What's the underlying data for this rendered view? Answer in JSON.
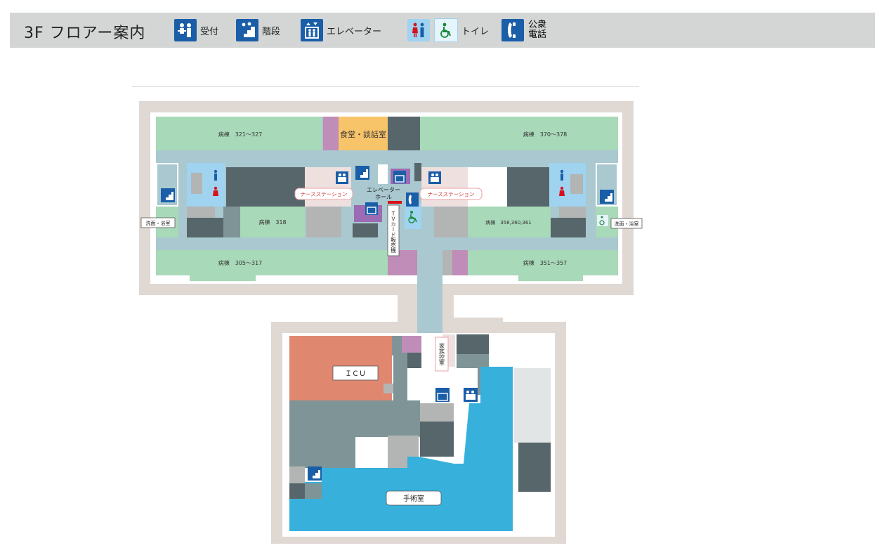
{
  "header": {
    "floor_title": "3F フロアー案内",
    "legend": [
      {
        "icon": "reception-icon",
        "label": "受付"
      },
      {
        "icon": "stairs-icon",
        "label": "階段"
      },
      {
        "icon": "elevator-icon",
        "label": "エレベーター"
      },
      {
        "icon": "restroom-icon",
        "label": ""
      },
      {
        "icon": "wheelchair-icon",
        "label": "トイレ"
      },
      {
        "icon": "phone-icon",
        "label_line1": "公衆",
        "label_line2": "電話"
      }
    ]
  },
  "map": {
    "rooms": {
      "ward_321_327": "病棟　321〜327",
      "cafeteria": "食堂・談話室",
      "ward_370_378": "病棟　370〜378",
      "ward_318": "病棟　318",
      "ward_358": "病棟　358,360,361",
      "ward_305_317": "病棟　305〜317",
      "ward_351_357": "病棟　351〜357",
      "icu": "ＩＣＵ",
      "operating_room": "手術室",
      "family_room": "家族控室",
      "tv_card": "ＴＶカード販売機",
      "elevator_hall_1": "エレベーター",
      "elevator_hall_2": "ホール",
      "nurse_station_left": "ナースステーション",
      "nurse_station_right": "ナースステーション",
      "washroom_left": "洗面・浴室",
      "washroom_right": "洗面・浴室"
    },
    "colors": {
      "ward": "#a8d9b8",
      "corridor": "#a9c8d0",
      "cafeteria": "#f8c46a",
      "dark": "#56666a",
      "grey": "#b3b5b5",
      "purple": "#c08cb8",
      "icu": "#e08770",
      "operating": "#37b1dc",
      "slate": "#7f9496",
      "nurse": "#efe0e0",
      "toilet_bg": "#9fd3f0",
      "sign_blue": "#1a5ea8",
      "outer": "#dfd8d3"
    }
  }
}
